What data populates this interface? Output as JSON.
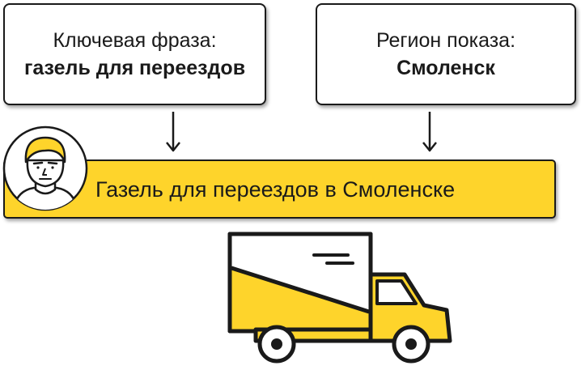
{
  "keyword_box": {
    "label": "Ключевая фраза:",
    "value": "газель для переездов"
  },
  "region_box": {
    "label": "Регион показа:",
    "value": "Смоленск"
  },
  "result_banner": {
    "text": "Газель для переездов в Смоленске"
  },
  "icons": {
    "avatar": "user-avatar-icon",
    "truck": "delivery-truck-icon",
    "arrow": "arrow-down-icon"
  },
  "colors": {
    "accent": "#fed42b",
    "stroke": "#1a1a1a",
    "background": "#ffffff"
  }
}
